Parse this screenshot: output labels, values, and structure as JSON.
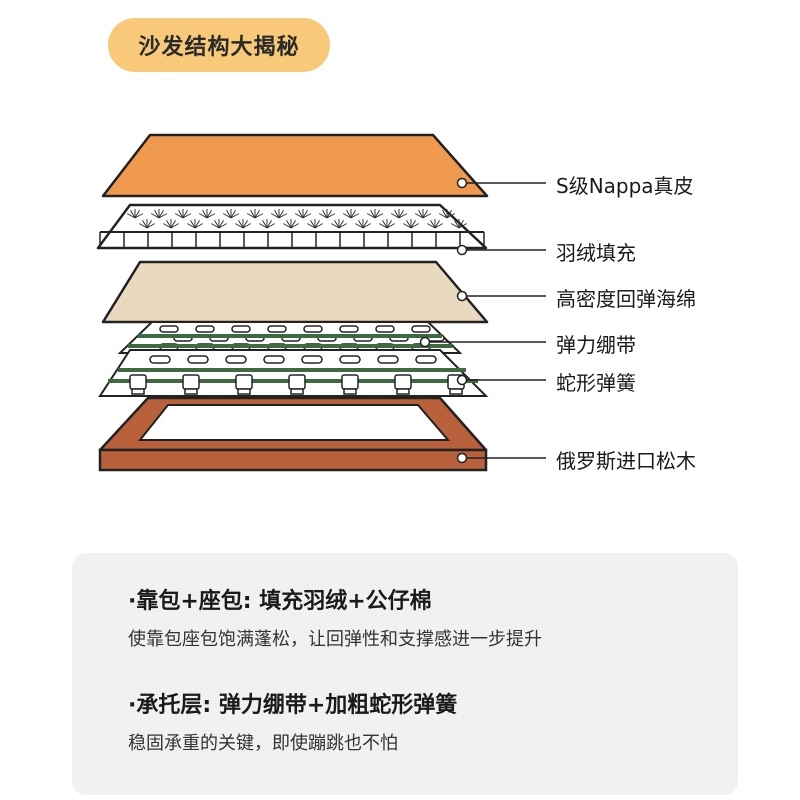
{
  "title": "沙发结构大揭秘",
  "layers": [
    {
      "label": "S级Nappa真皮",
      "color": "#ef9a4f"
    },
    {
      "label": "羽绒填充",
      "color": "#ffffff"
    },
    {
      "label": "高密度回弹海绵",
      "color": "#e9d9be"
    },
    {
      "label": "弹力绷带",
      "color": "#ffffff"
    },
    {
      "label": "蛇形弹簧",
      "color": "#ffffff"
    },
    {
      "label": "俄罗斯进口松木",
      "color": "#b8613a"
    }
  ],
  "points": [
    {
      "head": "·靠包+座包: 填充羽绒+公仔棉",
      "desc": "使靠包座包饱满蓬松，让回弹性和支撑感进一步提升"
    },
    {
      "head": "·承托层: 弹力绷带+加粗蛇形弹簧",
      "desc": "稳固承重的关键，即使蹦跳也不怕"
    }
  ]
}
